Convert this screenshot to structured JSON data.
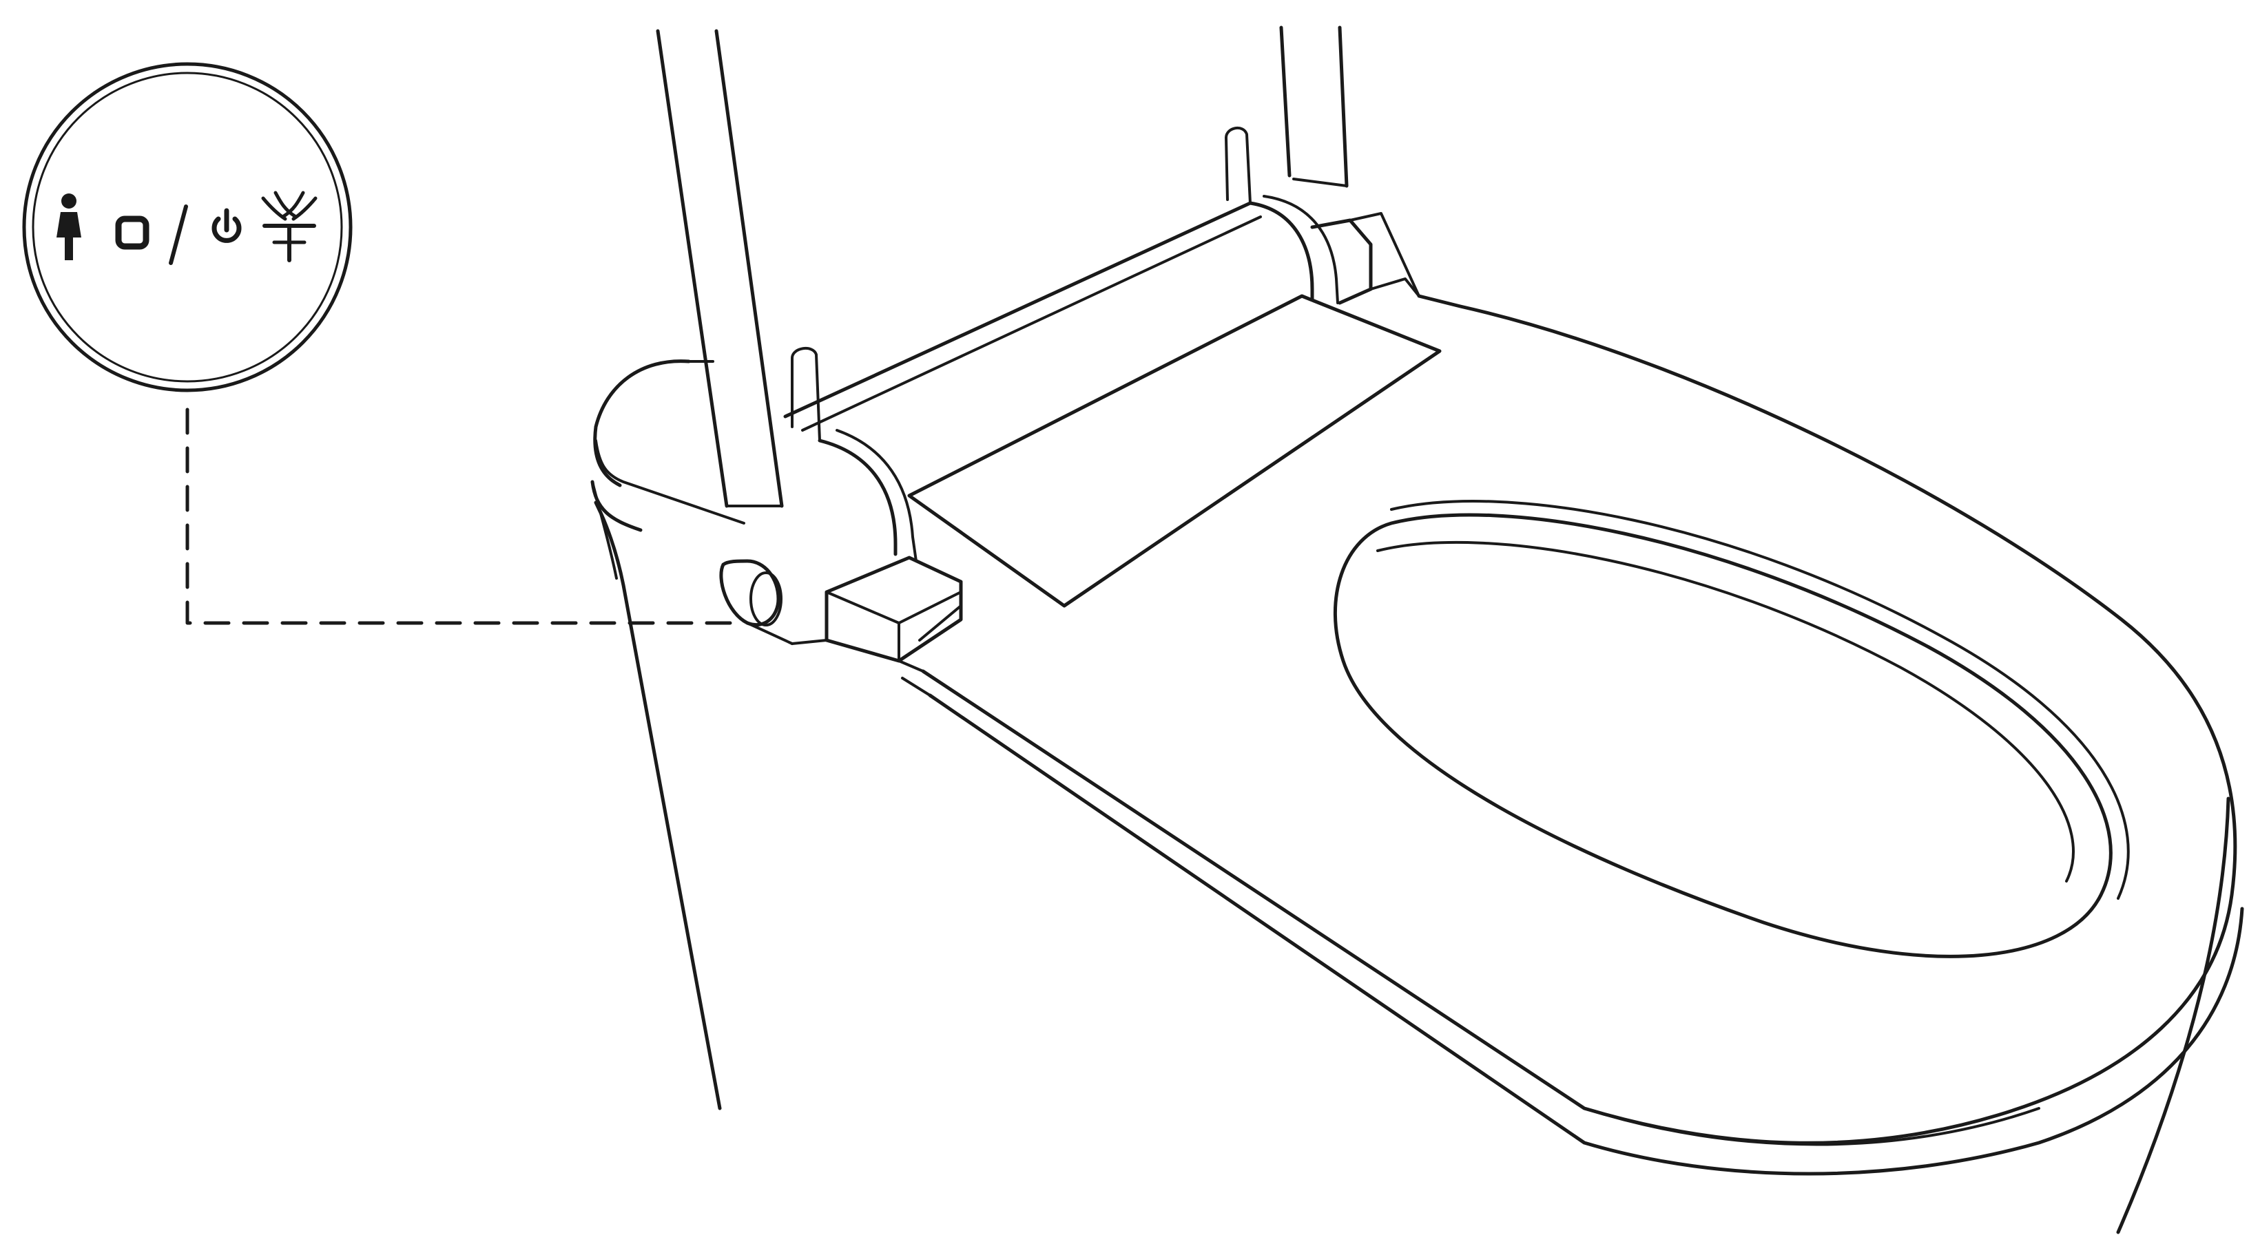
{
  "diagram": {
    "subject": "smart-toilet-seat-control-button",
    "colors": {
      "line": "#1a1a1a",
      "background": "#ffffff"
    },
    "callout": {
      "icons": [
        "person-icon",
        "square-stop-icon",
        "slash-separator",
        "power-icon",
        "spray-nozzle-icon"
      ],
      "leader_style": "dashed"
    },
    "parts": [
      "control-button",
      "toilet-lid",
      "hinge-cover-plate",
      "toilet-seat",
      "seat-opening",
      "toilet-bowl-body"
    ]
  }
}
